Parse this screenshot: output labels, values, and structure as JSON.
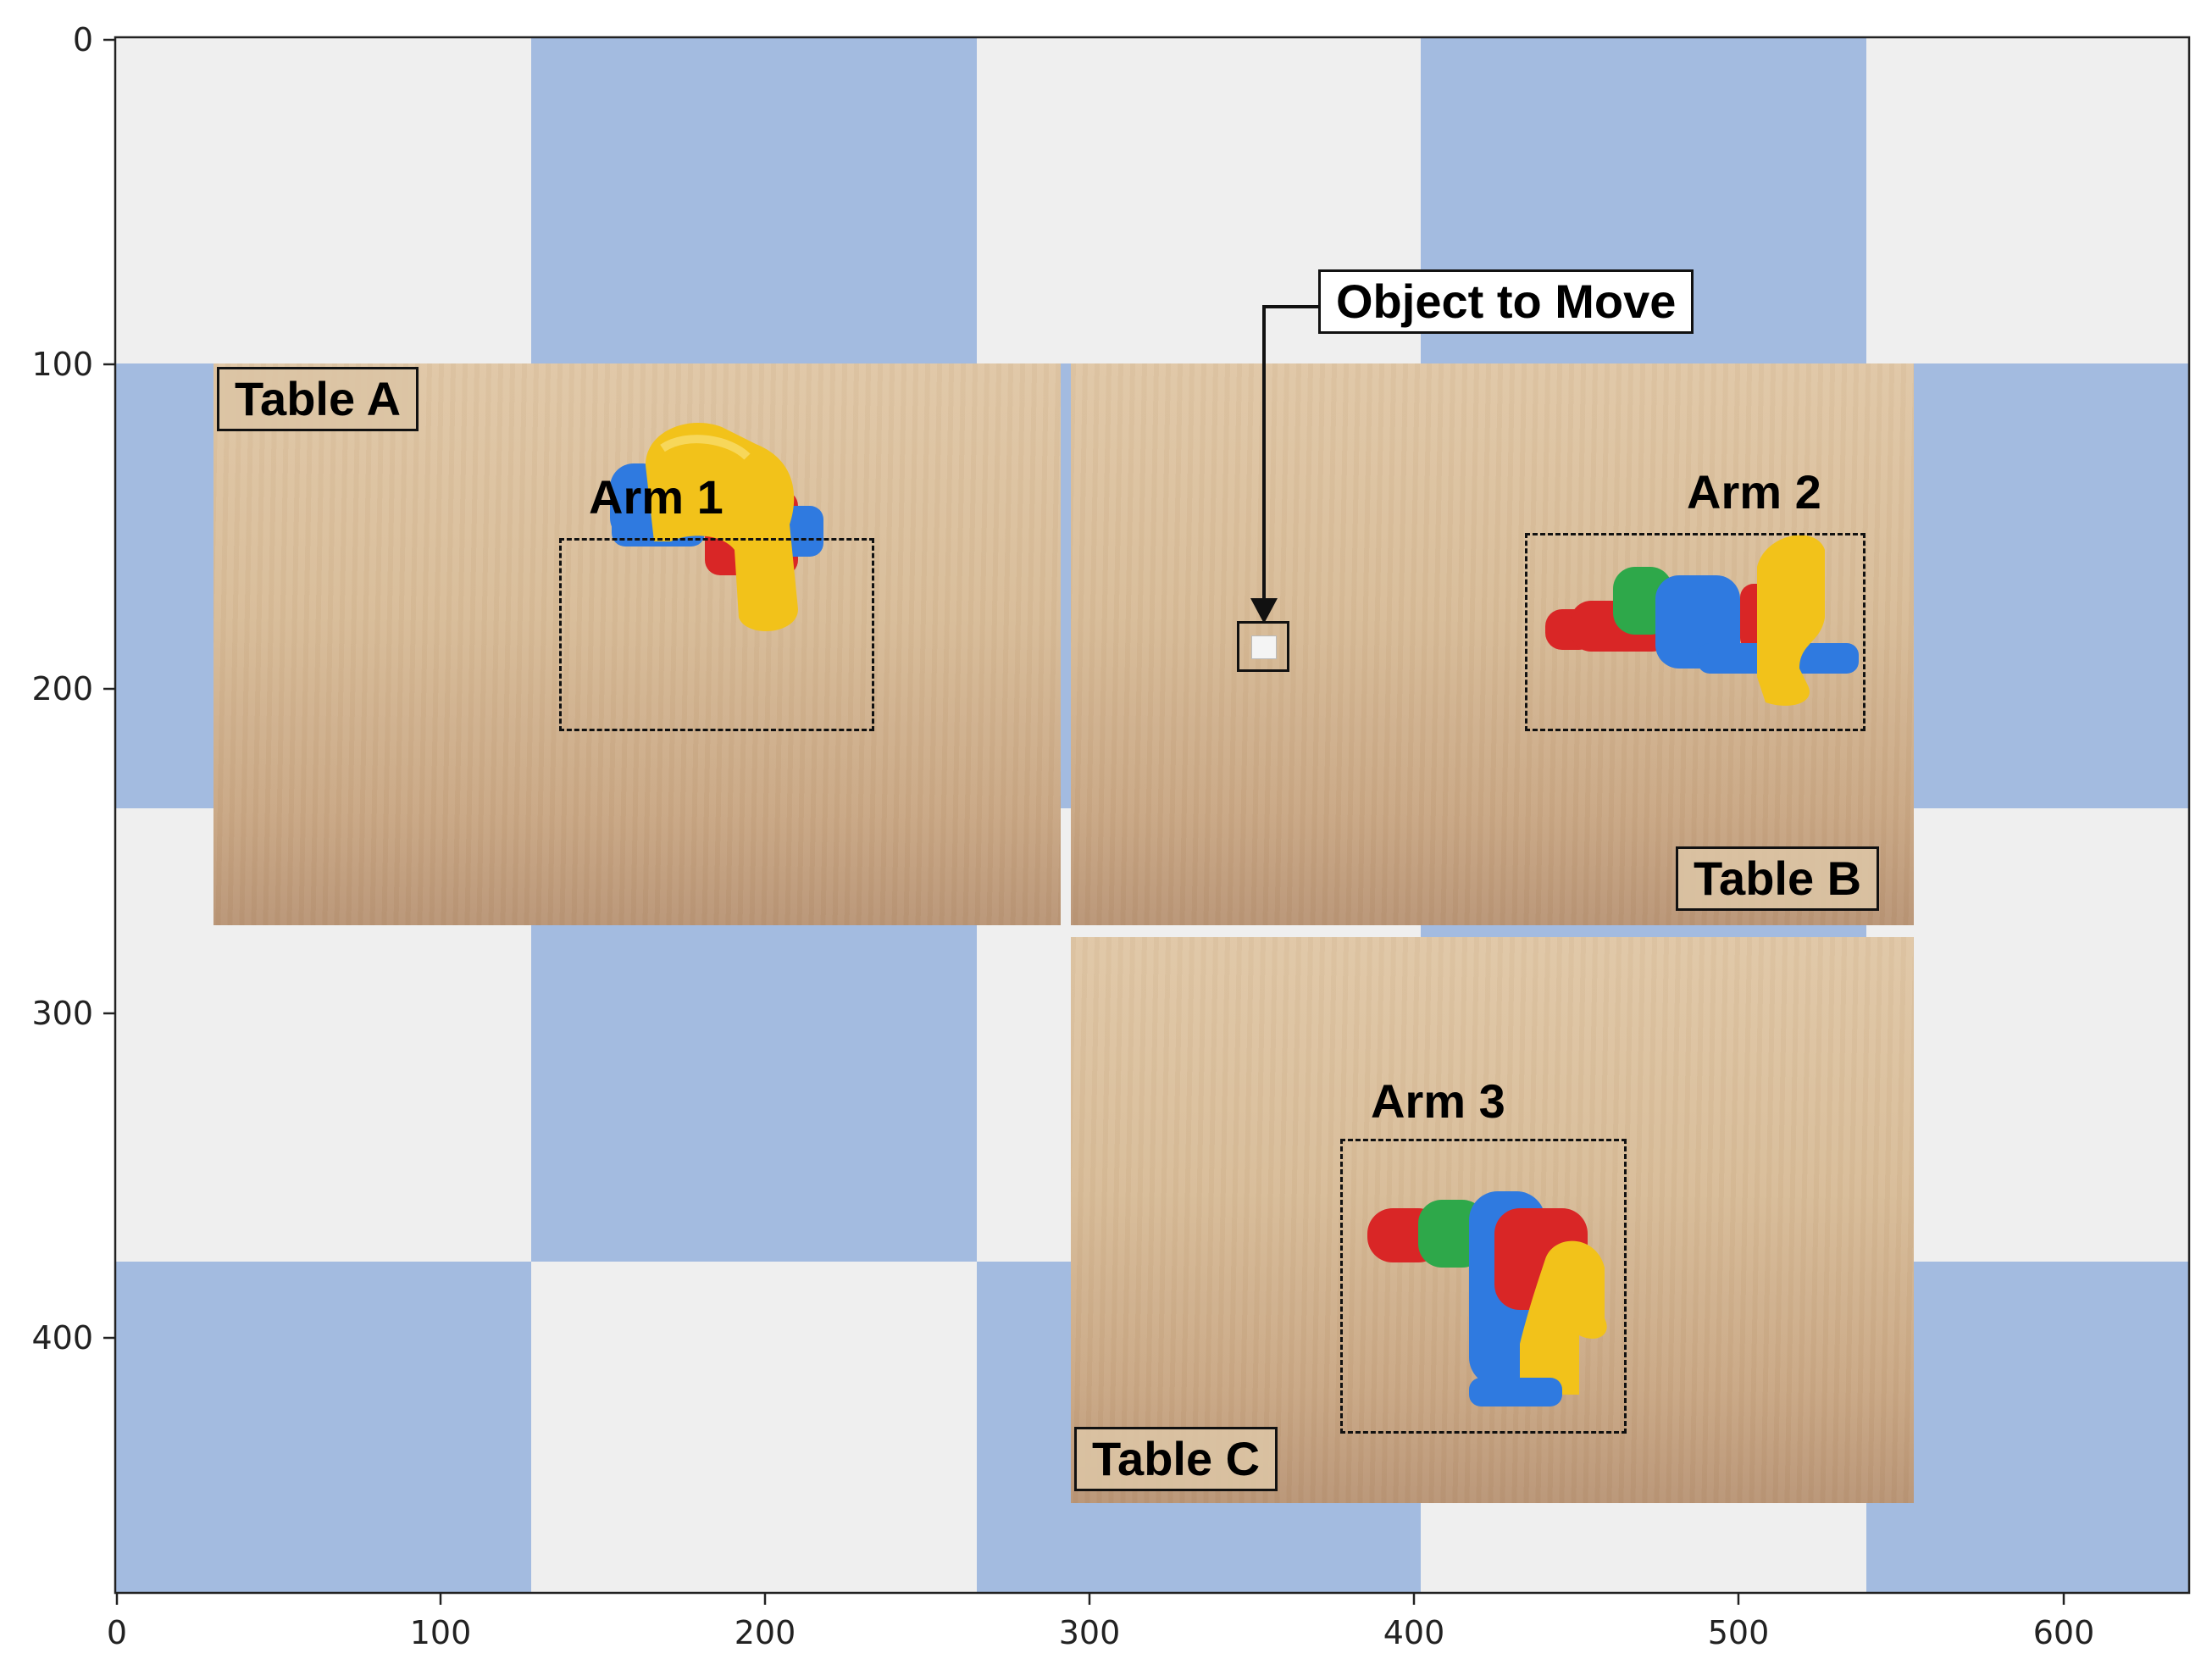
{
  "axes": {
    "x_ticks": [
      "0",
      "100",
      "200",
      "300",
      "400",
      "500",
      "600"
    ],
    "y_ticks": [
      "0",
      "100",
      "200",
      "300",
      "400"
    ]
  },
  "colors": {
    "checker_blue": "#a3bbe0",
    "checker_light": "#efefef",
    "arm_blue": "#2f7ae0",
    "arm_yellow": "#f2c21a",
    "arm_red": "#d92626",
    "arm_green": "#2ea84a"
  },
  "tables": {
    "a": {
      "label": "Table A"
    },
    "b": {
      "label": "Table B"
    },
    "c": {
      "label": "Table C"
    }
  },
  "arms": {
    "arm1": {
      "label": "Arm 1"
    },
    "arm2": {
      "label": "Arm 2"
    },
    "arm3": {
      "label": "Arm 3"
    }
  },
  "object": {
    "label": "Object to Move",
    "icon": "object-square-icon"
  }
}
